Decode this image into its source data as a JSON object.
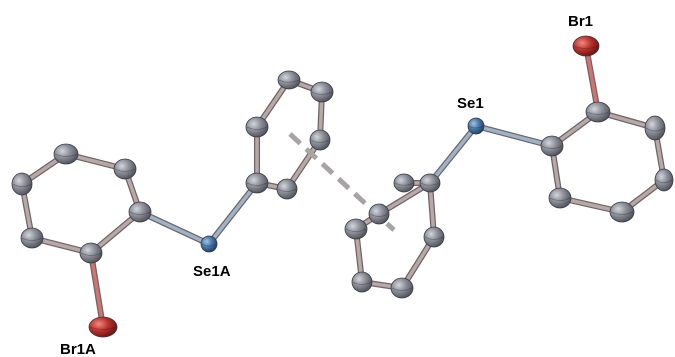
{
  "labels": {
    "br1": "Br1",
    "se1": "Se1",
    "se1a": "Se1A",
    "br1a": "Br1A"
  },
  "colors": {
    "background": "#ffffff",
    "carbon": "#8e8f99",
    "selenium": "#4a78a8",
    "bromine": "#b8302c",
    "bond": "#b8a8a8",
    "interaction": "#a8a4a4"
  }
}
